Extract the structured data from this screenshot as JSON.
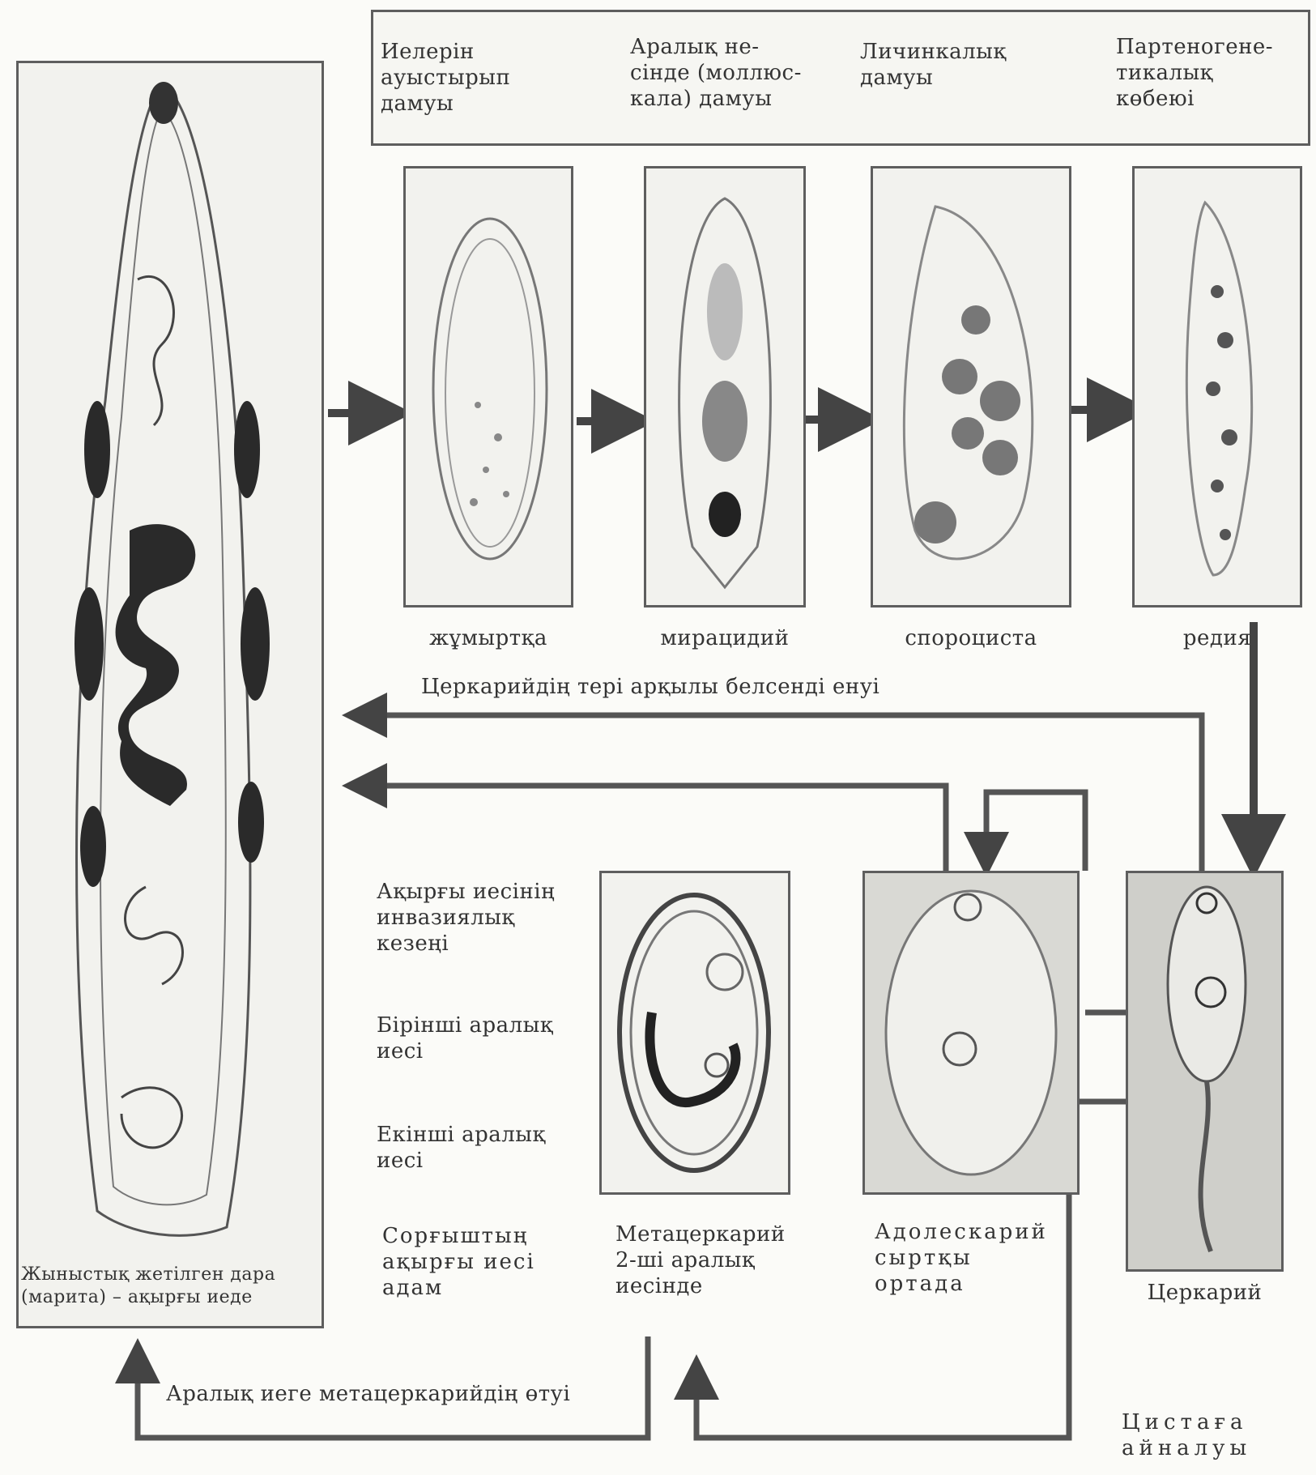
{
  "header": {
    "col1": "Иелерін\nауыстырып\nдамуы",
    "col2": "Аралық не-\nсінде (моллюс-\nкала) дамуы",
    "col3": "Личинкалық\nдамуы",
    "col4": "Партеногене-\nтикалық\nкөбеюі"
  },
  "stages": {
    "egg": "жұмыртқа",
    "miracidium": "мирацидий",
    "sporocyst": "спороциста",
    "redia": "редия",
    "cercaria": "Церкарий",
    "adolescaria": "Адолескарий\nсыртқы\nортада",
    "metacercaria": "Метацеркарий\n2-ші аралық\nиесінде",
    "adult": "Жыныстық жетілген дара\n(марита) – ақырғы иеде"
  },
  "flows": {
    "skin_entry": "Церкарийдің тері арқылы  белсенді енуі",
    "transfer": "Аралық иеге метацеркарийдің өтуі",
    "cyst": "Цистаға\nайналуы",
    "sucker_host": "Сорғыштың\nақырғы  иесі\nадам"
  },
  "legend": {
    "invasive": "Ақырғы иесінің\nинвазиялық\nкезеңі",
    "first_host": "Бірінші аралық\nиесі",
    "second_host": "Екінші аралық\nиесі"
  }
}
